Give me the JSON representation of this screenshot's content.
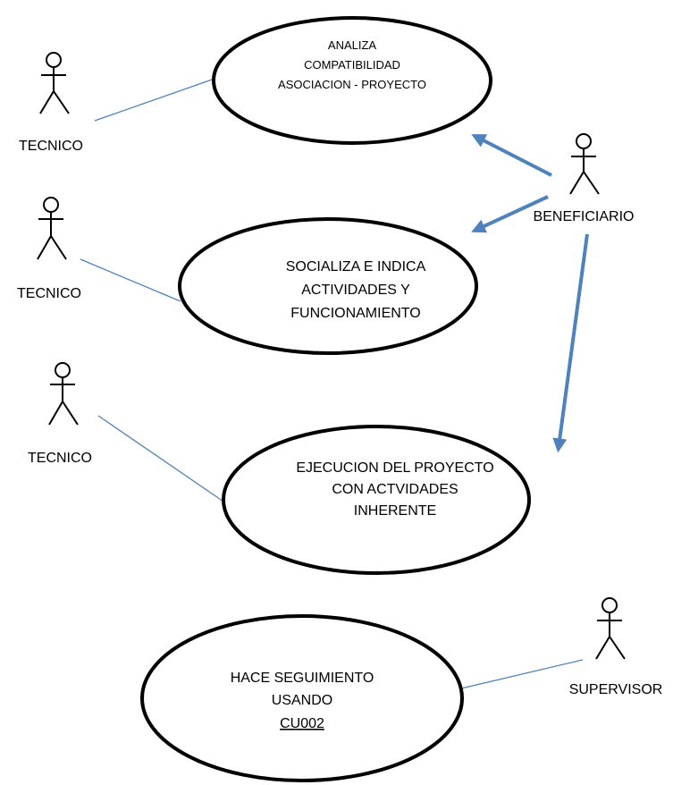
{
  "actors": [
    {
      "id": "tecnico-1",
      "label": "TECNICO"
    },
    {
      "id": "tecnico-2",
      "label": "TECNICO"
    },
    {
      "id": "tecnico-3",
      "label": "TECNICO"
    },
    {
      "id": "beneficiario",
      "label": "BENEFICIARIO"
    },
    {
      "id": "supervisor",
      "label": "SUPERVISOR"
    }
  ],
  "use_cases": [
    {
      "id": "analiza",
      "lines": [
        "ANALIZA",
        "COMPATIBILIDAD",
        "ASOCIACION - PROYECTO"
      ]
    },
    {
      "id": "socializa",
      "lines": [
        "SOCIALIZA E INDICA",
        "ACTIVIDADES Y",
        "FUNCIONAMIENTO"
      ]
    },
    {
      "id": "ejecucion",
      "lines": [
        "EJECUCION DEL PROYECTO",
        "CON ACTVIDADES",
        "INHERENTE"
      ]
    },
    {
      "id": "seguimiento",
      "lines": [
        "HACE SEGUIMIENTO",
        "USANDO",
        "CU002"
      ]
    }
  ],
  "colors": {
    "connector": "#4f81bd",
    "outline": "#000000"
  }
}
